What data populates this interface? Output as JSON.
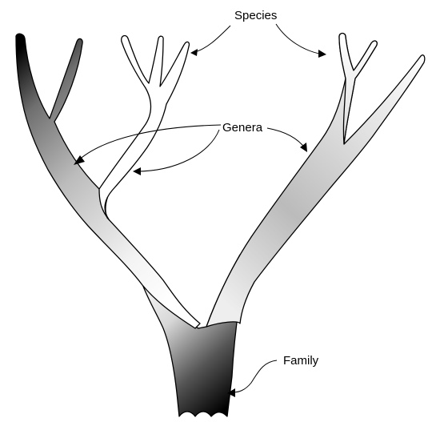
{
  "labels": {
    "species": "Species",
    "genera": "Genera",
    "family": "Family"
  },
  "colors": {
    "outline": "#000000",
    "light": "#ffffff",
    "mid": "#bdbdbd",
    "dark": "#000000",
    "background": "#ffffff"
  }
}
